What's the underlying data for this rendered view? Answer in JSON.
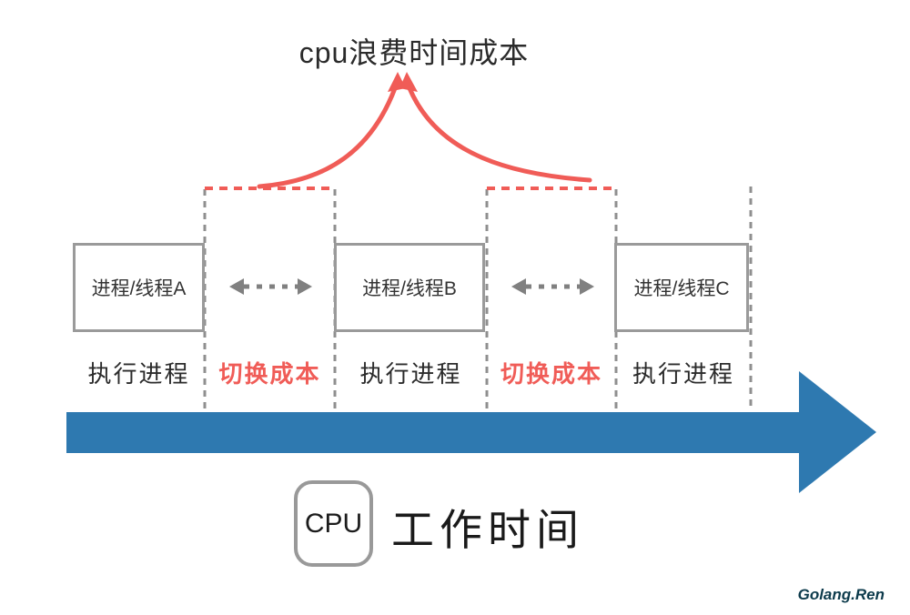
{
  "title": "cpu浪费时间成本",
  "process_boxes": [
    {
      "label": "进程/线程A"
    },
    {
      "label": "进程/线程B"
    },
    {
      "label": "进程/线程C"
    }
  ],
  "timeline_labels": [
    {
      "text": "执行进程",
      "type": "execute"
    },
    {
      "text": "切换成本",
      "type": "switch"
    },
    {
      "text": "执行进程",
      "type": "execute"
    },
    {
      "text": "切换成本",
      "type": "switch"
    },
    {
      "text": "执行进程",
      "type": "execute"
    }
  ],
  "cpu_box_label": "CPU",
  "axis_label": "工作时间",
  "watermark": "Golang.Ren",
  "colors": {
    "cost_red": "#f05c57",
    "timeline_blue": "#2e79b0",
    "line_gray": "#8f8f8f",
    "watermark_teal": "#0d3b4c"
  }
}
